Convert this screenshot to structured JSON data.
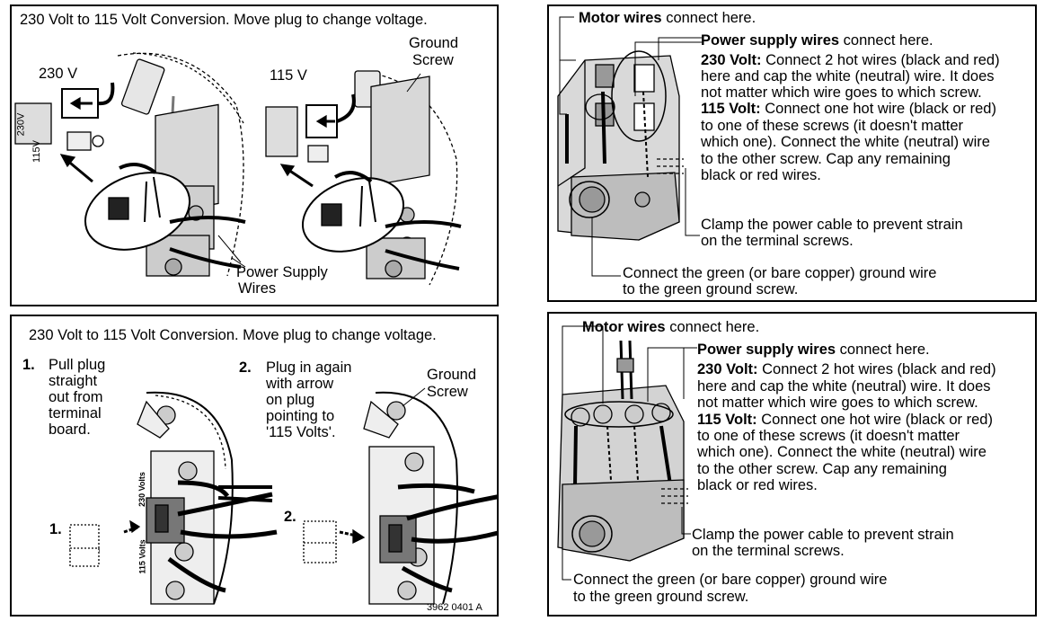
{
  "panel1": {
    "title": "230 Volt to 115 Volt Conversion. Move plug to change voltage.",
    "label_230v": "230 V",
    "label_115v": "115 V",
    "ground_line1": "Ground",
    "ground_line2": "Screw",
    "power_line1": "Power Supply",
    "power_line2": "Wires",
    "plug_230": "230V",
    "plug_115": "115V"
  },
  "panel2": {
    "title": "230 Volt to 115 Volt Conversion. Move plug to change voltage.",
    "step1_num": "1.",
    "step1_lines": [
      "Pull plug",
      "straight",
      "out from",
      "terminal",
      "board."
    ],
    "step2_num": "2.",
    "step2_lines": [
      "Plug in again",
      "with arrow",
      "on plug",
      "pointing to",
      "'115 Volts'."
    ],
    "ground_line1": "Ground",
    "ground_line2": "Screw",
    "marker1": "1.",
    "marker2": "2.",
    "board_230": "230 Volts",
    "board_115": "115 Volts",
    "code": "3962 0401 A"
  },
  "panel3": {
    "motor_bold": "Motor wires",
    "motor_rest": " connect here.",
    "power_bold": "Power supply wires",
    "power_rest": " connect here.",
    "v230_bold": "230 Volt:",
    "v230_lines": [
      " Connect 2 hot wires (black and red)",
      "here and cap the white (neutral) wire. It does",
      "not matter which wire goes to which screw."
    ],
    "v115_bold": "115 Volt:",
    "v115_lines": [
      " Connect one hot wire (black or red)",
      "to one of these screws (it doesn't matter",
      "which one). Connect the white (neutral) wire",
      "to the other screw. Cap any remaining",
      "black or red wires."
    ],
    "clamp_lines": [
      "Clamp the power cable to prevent strain",
      "on the terminal screws."
    ],
    "green_lines": [
      "Connect the green (or bare copper) ground wire",
      "to the green ground screw."
    ]
  },
  "panel4": {
    "motor_bold": "Motor wires",
    "motor_rest": " connect here.",
    "power_bold": "Power supply wires",
    "power_rest": " connect here.",
    "v230_bold": "230 Volt:",
    "v230_lines": [
      " Connect 2 hot wires (black and red)",
      "here and cap the white (neutral) wire. It does",
      "not matter which wire goes to which screw."
    ],
    "v115_bold": "115 Volt:",
    "v115_lines": [
      " Connect one hot wire (black or red)",
      "to one of these screws (it doesn't matter",
      "which one). Connect the white (neutral) wire",
      "to the other screw. Cap any remaining",
      "black or red wires."
    ],
    "clamp_lines": [
      "Clamp the power cable to prevent strain",
      "on the terminal screws."
    ],
    "green_lines": [
      "Connect the green (or bare copper)  ground wire",
      "to the green ground screw."
    ]
  }
}
